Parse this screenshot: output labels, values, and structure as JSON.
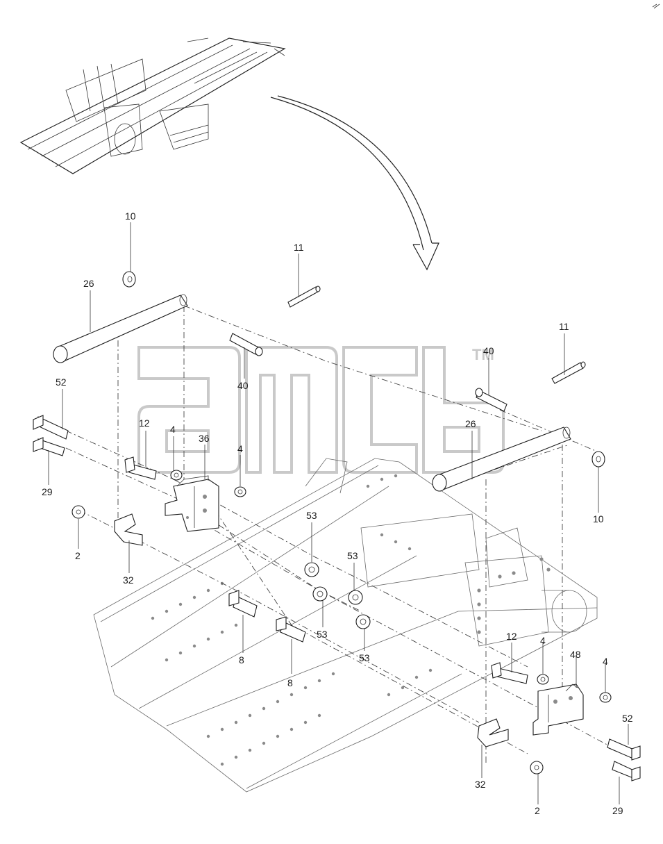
{
  "callouts": {
    "c10a": "10",
    "c11a": "11",
    "c26a": "26",
    "c40a": "40",
    "c52a": "52",
    "c29a": "29",
    "c12a": "12",
    "c4a": "4",
    "c36": "36",
    "c4b": "4",
    "c2a": "2",
    "c32a": "32",
    "c53a": "53",
    "c53b": "53",
    "c53c": "53",
    "c53d": "53",
    "c8a": "8",
    "c8b": "8",
    "c11b": "11",
    "c40b": "40",
    "c26b": "26",
    "c10b": "10",
    "c12b": "12",
    "c4c": "4",
    "c48": "48",
    "c4d": "4",
    "c52b": "52",
    "c29b": "29",
    "c32b": "32",
    "c2b": "2"
  },
  "watermark": {
    "logo_text": "amcb",
    "trademark": "TM"
  }
}
